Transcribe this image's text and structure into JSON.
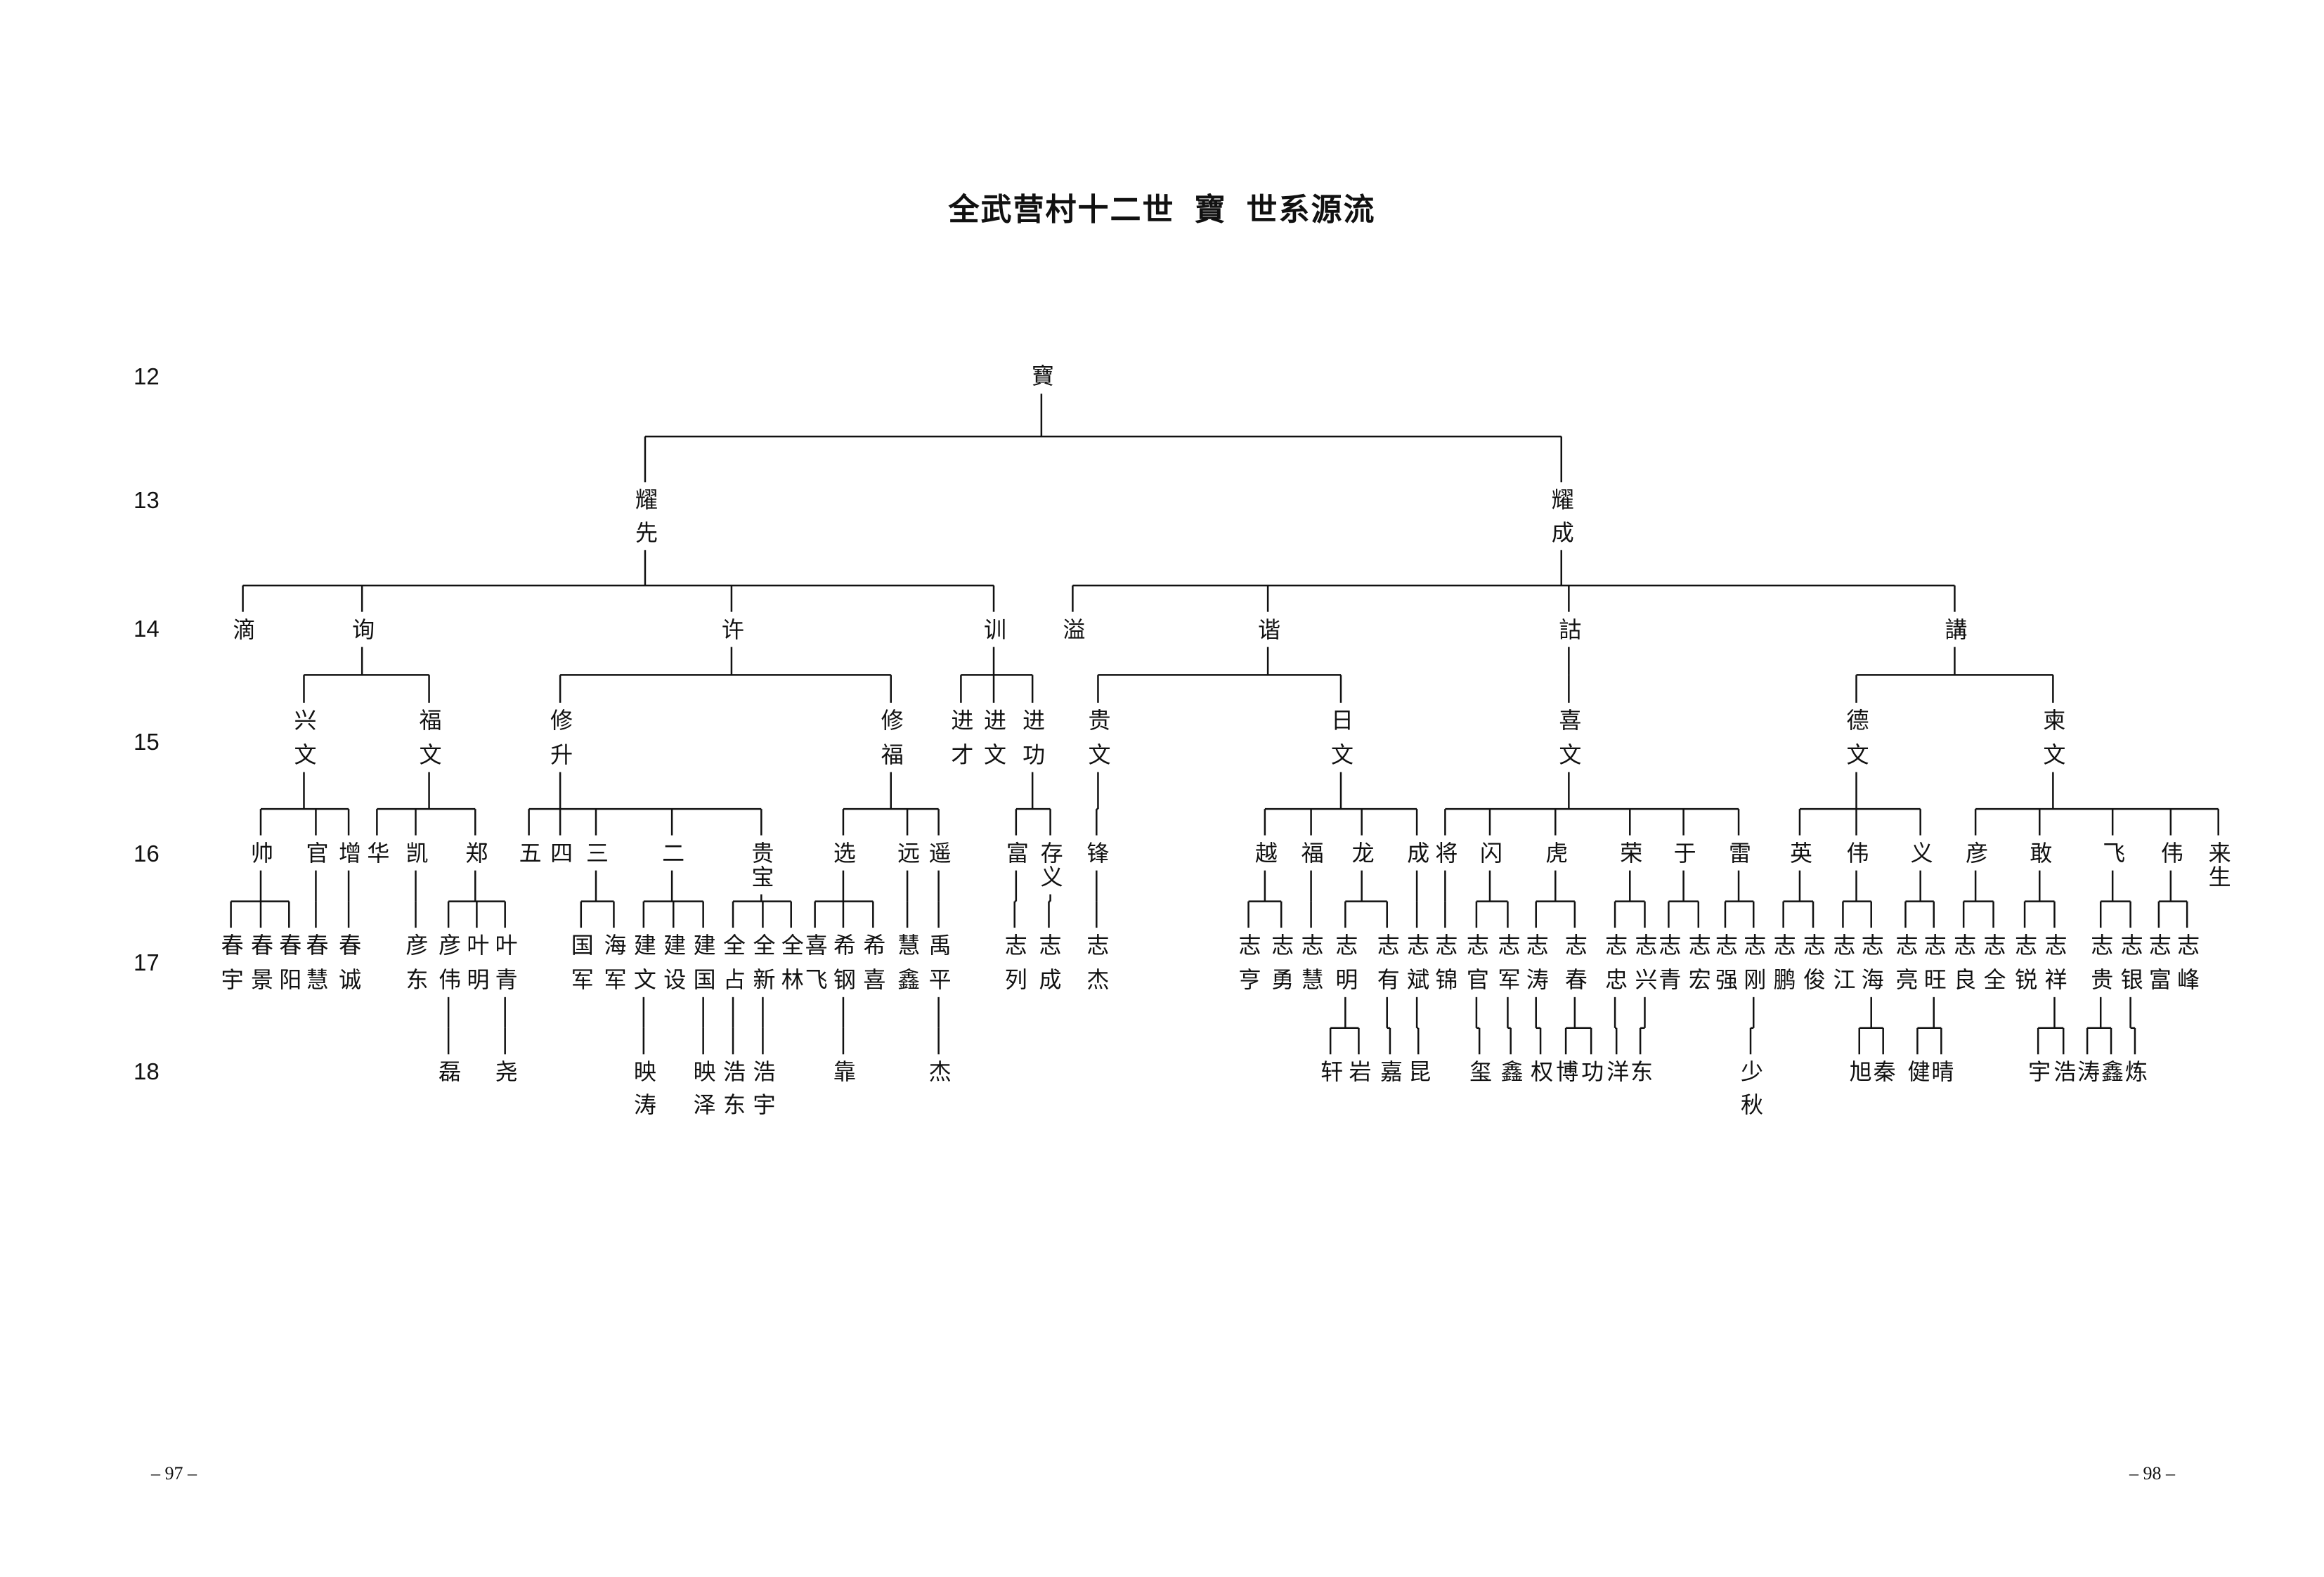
{
  "title": {
    "prefix": "全武营村十二世",
    "ancestor": "寶",
    "suffix": "世系源流"
  },
  "generations": [
    "12",
    "13",
    "14",
    "15",
    "16",
    "17",
    "18"
  ],
  "page_numbers": {
    "left": "– 97 –",
    "right": "– 98 –"
  },
  "tree": {
    "n": "寶",
    "c": [
      {
        "n": "耀先",
        "c": [
          {
            "n": "滴"
          },
          {
            "n": "询",
            "c": [
              {
                "n": "兴文",
                "c": [
                  {
                    "n": "帅",
                    "c": [
                      {
                        "n": "春宇"
                      },
                      {
                        "n": "春景"
                      },
                      {
                        "n": "春阳"
                      }
                    ]
                  },
                  {
                    "n": "官",
                    "c": [
                      {
                        "n": "春慧"
                      }
                    ]
                  },
                  {
                    "n": "增",
                    "c": [
                      {
                        "n": "春诚"
                      }
                    ]
                  }
                ]
              },
              {
                "n": "福文",
                "c": [
                  {
                    "n": "华"
                  },
                  {
                    "n": "凯",
                    "c": [
                      {
                        "n": "彦东"
                      }
                    ]
                  },
                  {
                    "n": "郑",
                    "c": [
                      {
                        "n": "彦伟",
                        "c": [
                          {
                            "n": "磊"
                          }
                        ]
                      },
                      {
                        "n": "叶明"
                      },
                      {
                        "n": "叶青",
                        "c": [
                          {
                            "n": "尧"
                          }
                        ]
                      }
                    ]
                  }
                ]
              }
            ]
          },
          {
            "n": "许",
            "c": [
              {
                "n": "修升",
                "c": [
                  {
                    "n": "五"
                  },
                  {
                    "n": "四"
                  },
                  {
                    "n": "三",
                    "c": [
                      {
                        "n": "国军"
                      },
                      {
                        "n": "海军"
                      }
                    ]
                  },
                  {
                    "n": "二",
                    "c": [
                      {
                        "n": "建文",
                        "c": [
                          {
                            "n": "映涛"
                          }
                        ]
                      },
                      {
                        "n": "建设"
                      },
                      {
                        "n": "建国",
                        "c": [
                          {
                            "n": "映泽"
                          }
                        ]
                      }
                    ]
                  },
                  {
                    "n": "贵宝",
                    "c": [
                      {
                        "n": "全占",
                        "c": [
                          {
                            "n": "浩东"
                          }
                        ]
                      },
                      {
                        "n": "全新",
                        "c": [
                          {
                            "n": "浩宇"
                          }
                        ]
                      },
                      {
                        "n": "全林"
                      }
                    ]
                  }
                ]
              },
              {
                "n": "修福",
                "c": [
                  {
                    "n": "选",
                    "c": [
                      {
                        "n": "喜飞"
                      },
                      {
                        "n": "希钢",
                        "c": [
                          {
                            "n": "靠"
                          }
                        ]
                      },
                      {
                        "n": "希喜"
                      }
                    ]
                  },
                  {
                    "n": "远",
                    "c": [
                      {
                        "n": "慧鑫"
                      }
                    ]
                  },
                  {
                    "n": "遥",
                    "c": [
                      {
                        "n": "禹平",
                        "c": [
                          {
                            "n": "杰"
                          }
                        ]
                      }
                    ]
                  }
                ]
              }
            ]
          },
          {
            "n": "训",
            "c": [
              {
                "n": "进才"
              },
              {
                "n": "进文"
              },
              {
                "n": "进功",
                "c": [
                  {
                    "n": "富",
                    "c": [
                      {
                        "n": "志列"
                      }
                    ]
                  },
                  {
                    "n": "存义",
                    "c": [
                      {
                        "n": "志成"
                      }
                    ]
                  }
                ]
              }
            ]
          }
        ]
      },
      {
        "n": "耀成",
        "c": [
          {
            "n": "溢"
          },
          {
            "n": "谐",
            "c": [
              {
                "n": "贵文",
                "c": [
                  {
                    "n": "锋",
                    "c": [
                      {
                        "n": "志杰"
                      }
                    ]
                  }
                ]
              },
              {
                "n": "日文",
                "c": [
                  {
                    "n": "越",
                    "c": [
                      {
                        "n": "志亨"
                      },
                      {
                        "n": "志勇"
                      }
                    ]
                  },
                  {
                    "n": "福",
                    "c": [
                      {
                        "n": "志慧"
                      }
                    ]
                  },
                  {
                    "n": "龙",
                    "c": [
                      {
                        "n": "志明",
                        "c": [
                          {
                            "n": "轩"
                          },
                          {
                            "n": "岩"
                          }
                        ]
                      },
                      {
                        "n": "志有",
                        "c": [
                          {
                            "n": "嘉"
                          }
                        ]
                      }
                    ]
                  },
                  {
                    "n": "成",
                    "c": [
                      {
                        "n": "志斌",
                        "c": [
                          {
                            "n": "昆"
                          }
                        ]
                      }
                    ]
                  }
                ]
              }
            ]
          },
          {
            "n": "詁",
            "c": [
              {
                "n": "喜文",
                "c": [
                  {
                    "n": "将",
                    "c": [
                      {
                        "n": "志锦"
                      }
                    ]
                  },
                  {
                    "n": "闪",
                    "c": [
                      {
                        "n": "志官",
                        "c": [
                          {
                            "n": "玺"
                          }
                        ]
                      },
                      {
                        "n": "志军",
                        "c": [
                          {
                            "n": "鑫"
                          }
                        ]
                      }
                    ]
                  },
                  {
                    "n": "虎",
                    "c": [
                      {
                        "n": "志涛",
                        "c": [
                          {
                            "n": "权"
                          }
                        ]
                      },
                      {
                        "n": "志春",
                        "c": [
                          {
                            "n": "博"
                          },
                          {
                            "n": "功"
                          }
                        ]
                      }
                    ]
                  },
                  {
                    "n": "荣",
                    "c": [
                      {
                        "n": "志忠",
                        "c": [
                          {
                            "n": "洋"
                          }
                        ]
                      },
                      {
                        "n": "志兴",
                        "c": [
                          {
                            "n": "东"
                          }
                        ]
                      }
                    ]
                  },
                  {
                    "n": "于",
                    "c": [
                      {
                        "n": "志青"
                      },
                      {
                        "n": "志宏"
                      }
                    ]
                  },
                  {
                    "n": "雷",
                    "c": [
                      {
                        "n": "志强"
                      },
                      {
                        "n": "志刚",
                        "c": [
                          {
                            "n": "少秋"
                          }
                        ]
                      }
                    ]
                  }
                ]
              }
            ]
          },
          {
            "n": "講",
            "c": [
              {
                "n": "德文",
                "c": [
                  {
                    "n": "英",
                    "c": [
                      {
                        "n": "志鹏"
                      },
                      {
                        "n": "志俊"
                      }
                    ]
                  },
                  {
                    "n": "伟",
                    "c": [
                      {
                        "n": "志江"
                      },
                      {
                        "n": "志海",
                        "c": [
                          {
                            "n": "旭"
                          },
                          {
                            "n": "秦"
                          }
                        ]
                      }
                    ]
                  },
                  {
                    "n": "义",
                    "c": [
                      {
                        "n": "志亮"
                      },
                      {
                        "n": "志旺",
                        "c": [
                          {
                            "n": "健"
                          },
                          {
                            "n": "晴"
                          }
                        ]
                      }
                    ]
                  }
                ]
              },
              {
                "n": "柬文",
                "c": [
                  {
                    "n": "彦",
                    "c": [
                      {
                        "n": "志良"
                      },
                      {
                        "n": "志全"
                      }
                    ]
                  },
                  {
                    "n": "敢",
                    "c": [
                      {
                        "n": "志锐"
                      },
                      {
                        "n": "志祥",
                        "c": [
                          {
                            "n": "宇"
                          },
                          {
                            "n": "浩"
                          }
                        ]
                      }
                    ]
                  },
                  {
                    "n": "飞",
                    "c": [
                      {
                        "n": "志贵",
                        "c": [
                          {
                            "n": "涛"
                          },
                          {
                            "n": "鑫"
                          }
                        ]
                      },
                      {
                        "n": "志银",
                        "c": [
                          {
                            "n": "炼"
                          }
                        ]
                      }
                    ]
                  },
                  {
                    "n": "伟",
                    "c": [
                      {
                        "n": "志富"
                      },
                      {
                        "n": "志峰"
                      }
                    ]
                  },
                  {
                    "n": "来生"
                  }
                ]
              }
            ]
          }
        ]
      }
    ]
  }
}
